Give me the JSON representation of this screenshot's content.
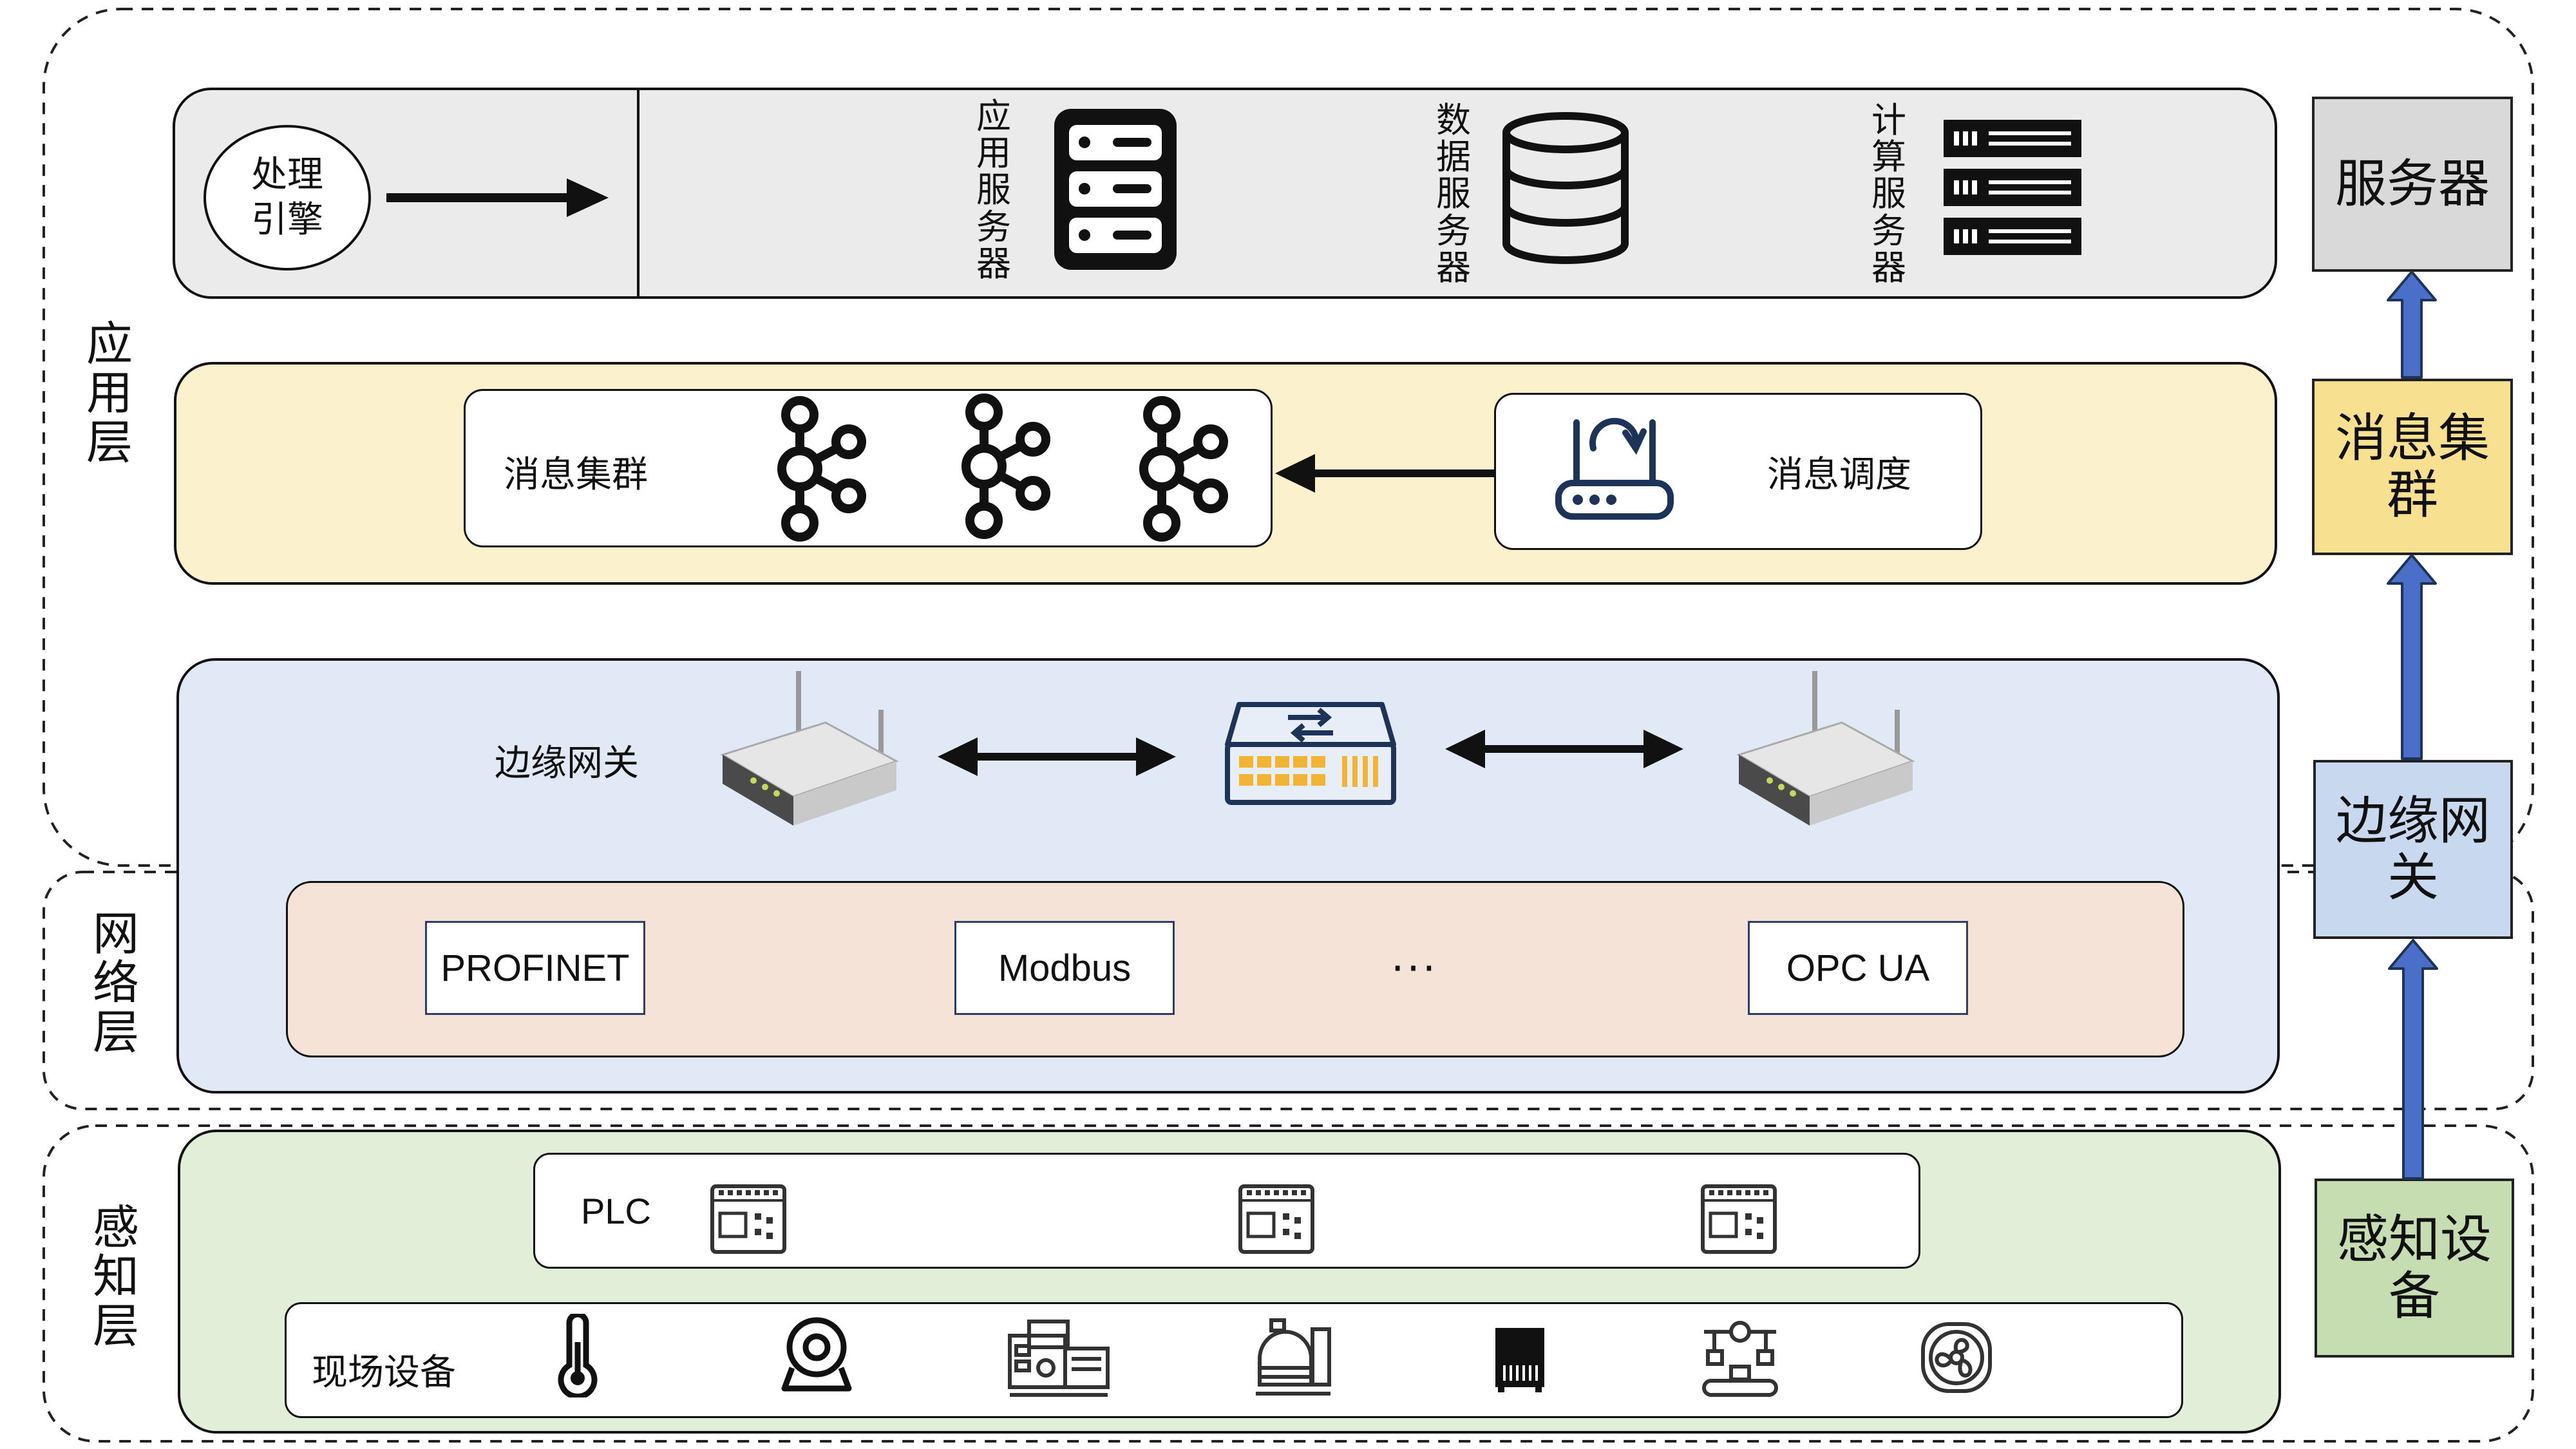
{
  "layers": {
    "application": "应用层",
    "network": "网络层",
    "perception": "感知层"
  },
  "server_band": {
    "engine_label": "处理\n引擎",
    "app_server": "应用服务器",
    "data_server": "数据服务器",
    "compute_server": "计算服务器"
  },
  "message_band": {
    "cluster_label": "消息集群",
    "dispatch_label": "消息调度"
  },
  "gateway_band": {
    "gateway_label": "边缘网关",
    "protocols": [
      "PROFINET",
      "Modbus",
      "···",
      "OPC UA"
    ]
  },
  "perception_band": {
    "plc_label": "PLC",
    "field_label": "现场设备"
  },
  "side_stack": {
    "server": "服务器",
    "message": "消息集群",
    "gateway": "边缘网关",
    "device": "感知设备"
  },
  "colors": {
    "server_fill": "#ebebeb",
    "message_fill": "#fbf1cc",
    "gateway_fill": "#e1e9f6",
    "protocol_fill": "#f4e3d6",
    "perception_fill": "#e3eed9",
    "side_server": "#d9d9d9",
    "side_message": "#f7e08f",
    "side_gateway": "#c8d9ef",
    "side_device": "#c6dcb1",
    "arrow_blue": "#4a6fc9"
  },
  "icons": [
    "arrow-right-icon",
    "server-rack-icon",
    "database-icon",
    "compute-server-icon",
    "kafka-icon",
    "router-icon",
    "wifi-router-icon",
    "network-switch-icon",
    "plc-module-icon",
    "thermometer-icon",
    "camera-icon",
    "machine-icon",
    "tank-icon",
    "cabinet-icon",
    "robot-arm-icon",
    "fan-icon"
  ]
}
